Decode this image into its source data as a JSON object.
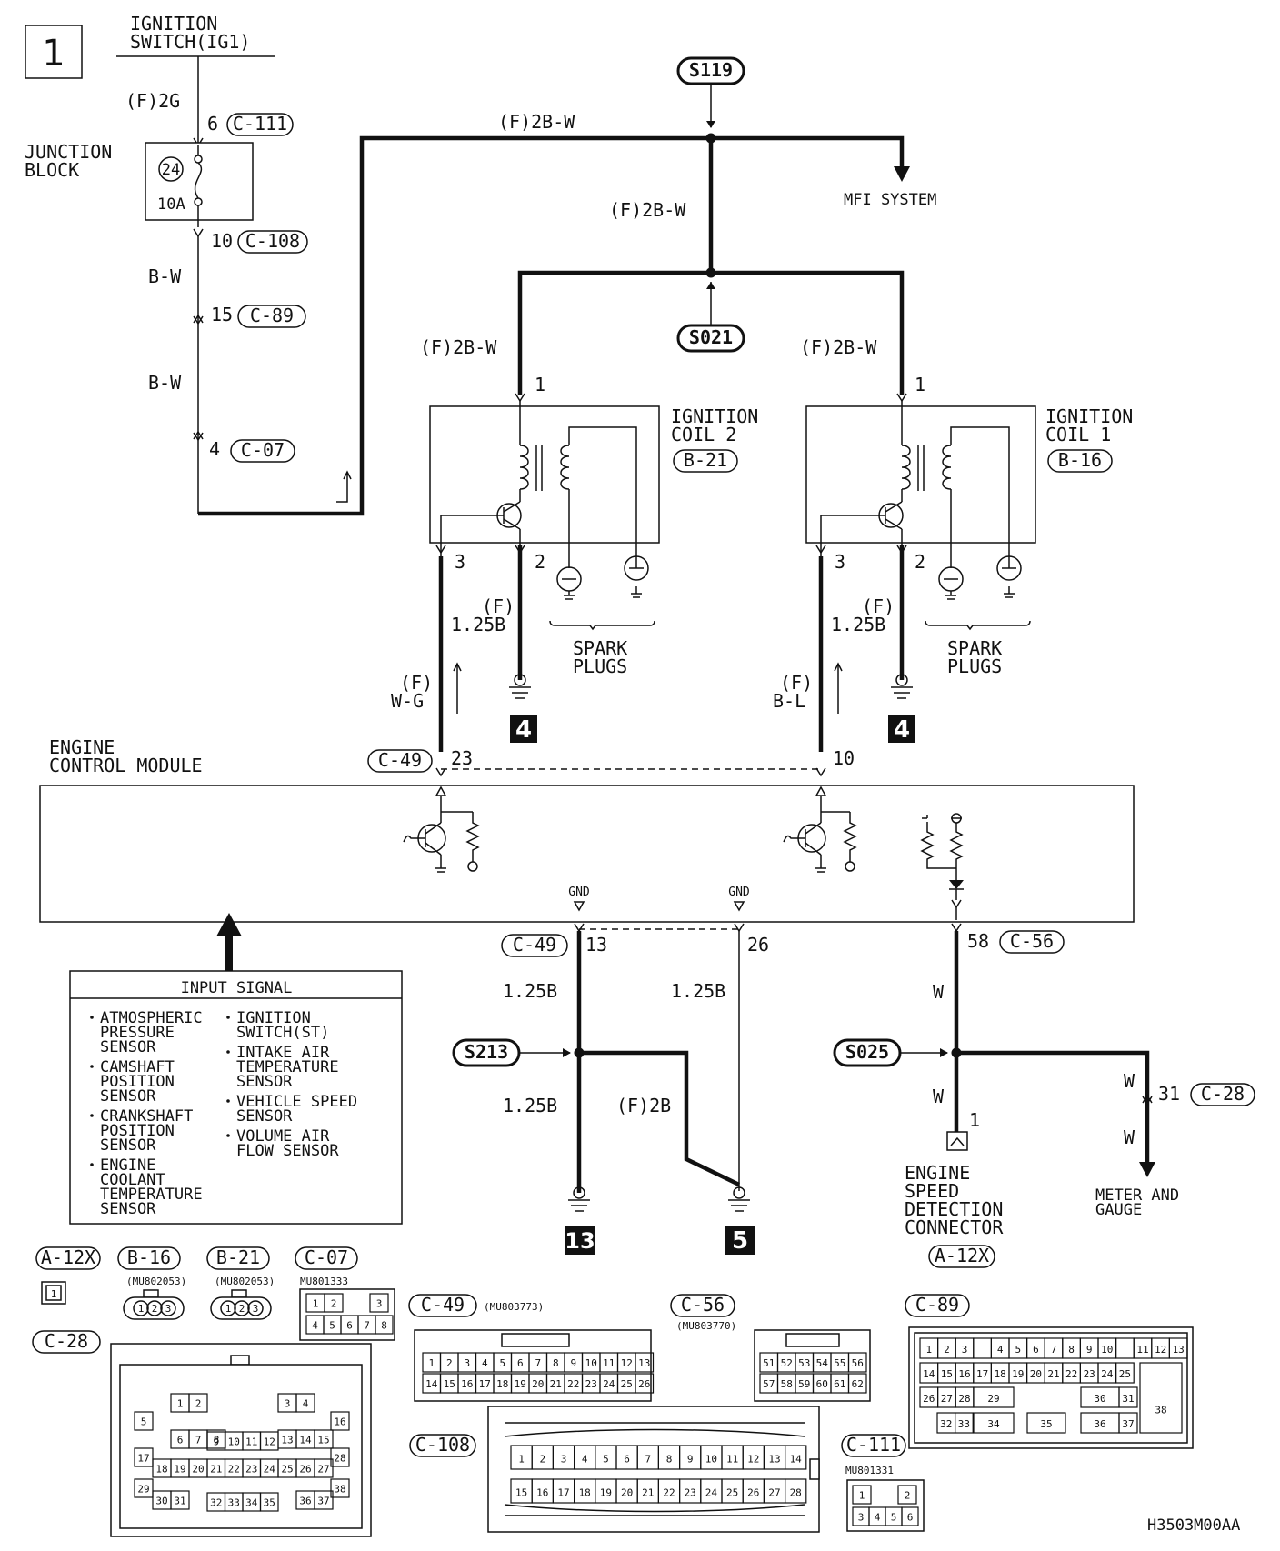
{
  "page_number": "1",
  "ignition_switch": "IGNITION\nSWITCH(IG1)",
  "wires": {
    "f_2g": "(F)2G",
    "f_2bw": "(F)2B-W",
    "bw": "B-W",
    "f_125b": "(F)\n1.25B",
    "f_wg": "(F)\nW-G",
    "f_bl": "(F)\nB-L",
    "b125": "1.25B",
    "f_2b": "(F)2B",
    "w": "W"
  },
  "connectors": {
    "c111": "C-111",
    "c108": "C-108",
    "c89": "C-89",
    "c07": "C-07",
    "c49": "C-49",
    "c56": "C-56",
    "c28": "C-28",
    "b21": "B-21",
    "b16": "B-16",
    "a12x": "A-12X"
  },
  "pins": {
    "p6": "6",
    "p10": "10",
    "p15": "15",
    "p4": "4",
    "p1": "1",
    "p2": "2",
    "p3": "3",
    "p23": "23",
    "p10b": "10",
    "p13": "13",
    "p26": "26",
    "p58": "58",
    "p31": "31"
  },
  "junction_block": {
    "label": "JUNCTION\nBLOCK",
    "fuse_no": "24",
    "fuse_rating": "10A"
  },
  "splices": {
    "s119": "S119",
    "s021": "S021",
    "s213": "S213",
    "s025": "S025"
  },
  "mfi_system": "MFI SYSTEM",
  "coil2": "IGNITION\nCOIL 2",
  "coil1": "IGNITION\nCOIL 1",
  "spark_plugs": "SPARK\nPLUGS",
  "ground_refs": {
    "g4": "4",
    "g13": "13",
    "g5": "5"
  },
  "ecm": {
    "label": "ENGINE\nCONTROL MODULE",
    "gnd": "GND"
  },
  "input_signal": {
    "title": "INPUT SIGNAL",
    "left": [
      "ATMOSPHERIC\nPRESSURE\nSENSOR",
      "CAMSHAFT\nPOSITION\nSENSOR",
      "CRANKSHAFT\nPOSITION\nSENSOR",
      "ENGINE\nCOOLANT\nTEMPERATURE\nSENSOR"
    ],
    "right": [
      "IGNITION\nSWITCH(ST)",
      "INTAKE AIR\nTEMPERATURE\nSENSOR",
      "VEHICLE SPEED\nSENSOR",
      "VOLUME AIR\nFLOW SENSOR"
    ]
  },
  "engine_speed": "ENGINE\nSPEED\nDETECTION\nCONNECTOR",
  "meter": "METER AND\nGAUGE",
  "part_numbers": {
    "b16": "(MU802053)",
    "b21": "(MU802053)",
    "c07": "MU801333",
    "c49": "(MU803773)",
    "c56": "(MU803770)",
    "c111": "MU801331"
  },
  "a12x_pin": "1",
  "footer_code": "H3503M00AA"
}
